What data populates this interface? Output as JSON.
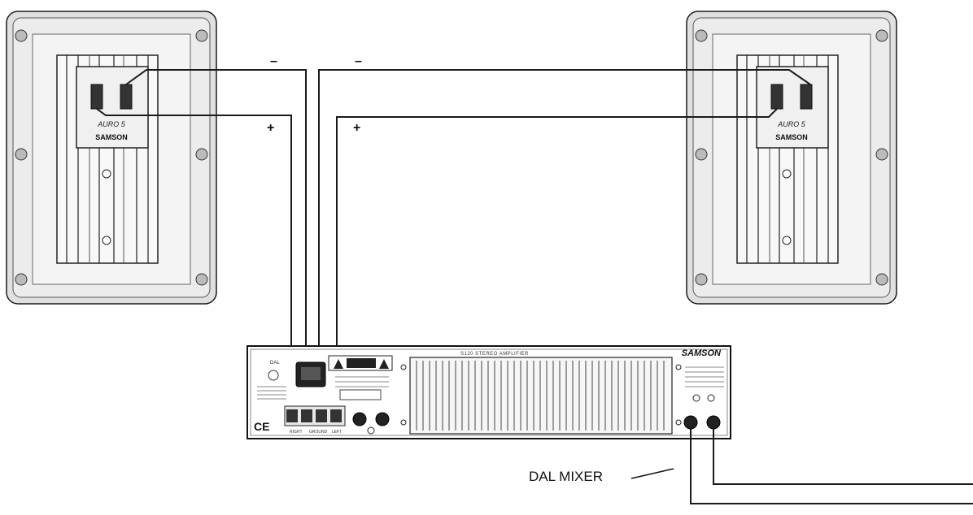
{
  "speaker_left": {
    "badge_model": "AURO 5",
    "brand": "SAMSON"
  },
  "speaker_right": {
    "badge_model": "AURO 5",
    "brand": "SAMSON"
  },
  "wire_labels": {
    "left_negative": "–",
    "left_positive": "+",
    "right_negative": "–",
    "right_positive": "+"
  },
  "amplifier": {
    "brand": "SAMSON",
    "model_line": "S120 STEREO AMPLIFIER",
    "ce_mark": "CE",
    "dal_text": "DAL",
    "terminal_labels": [
      "RIGHT",
      "GROUND",
      "LEFT"
    ]
  },
  "mixer_label": "DAL MIXER",
  "colors": {
    "line": "#1a1a1a",
    "speaker_fill": "#e6e6e6",
    "speaker_inner": "#f2f2f2",
    "amp_fill": "#ffffff"
  }
}
